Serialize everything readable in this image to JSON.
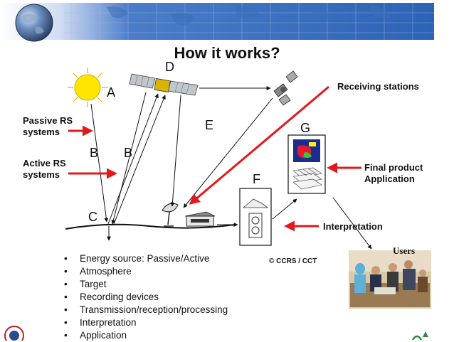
{
  "title": "How it works?",
  "letters": {
    "a": "A",
    "b1": "B",
    "b2": "B",
    "c": "C",
    "d": "D",
    "e": "E",
    "f": "F",
    "g": "G"
  },
  "labels": {
    "passive": [
      "Passive RS",
      "systems"
    ],
    "active": [
      "Active RS",
      "systems"
    ],
    "receiving": "Receiving stations",
    "final_product": [
      "Final product",
      "Application"
    ],
    "interpretation": "Interpretation",
    "users": "Users"
  },
  "credit": "© CCRS / CCT",
  "bullets": [
    "Energy source: Passive/Active",
    "Atmosphere",
    "Target",
    "Recording devices",
    "Transmission/reception/processing",
    "Interpretation",
    "Application"
  ],
  "bullet_glyph": "•",
  "colors": {
    "arrow_red": "#e3181a",
    "banner_blue": "#2d63b5",
    "sun_yellow": "#ffe600"
  }
}
